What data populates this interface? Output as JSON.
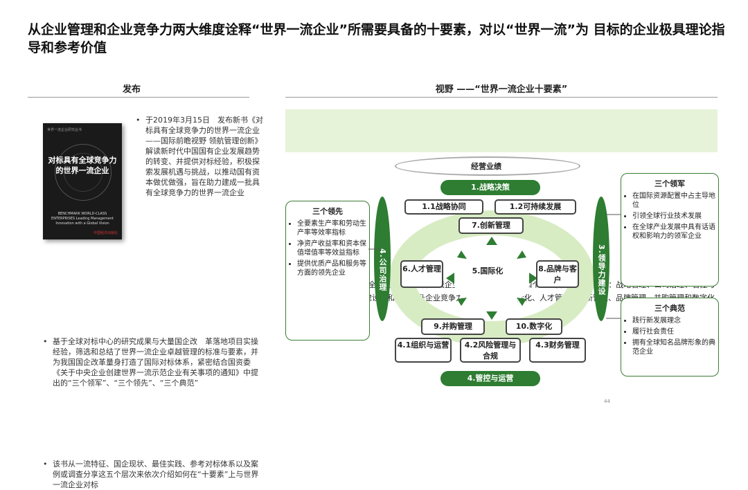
{
  "title": "从企业管理和企业竞争力两大维度诠释“世界一流企业”所需要具备的十要素，对以“世界一流”为 目标的企业极具理论指导和参考价值",
  "left": {
    "header": "发布",
    "book": {
      "top_text": "世界一流企业研究丛书",
      "title": "对标具有全球竞争力的世界一流企业",
      "english": "BENCHMARK WORLD-CLASS ENTERPRISES Leading Management Innovation with a Global Vision",
      "publisher": "中国经济出版社"
    },
    "bullet1": "于2019年3月15日　发布新书《对标具有全球竞争力的世界一流企业——国际前瞻视野 领航管理创新》解读新时代中国国有企业发展趋势的转变、并提供对标经验，积极探索发展机遇与挑战，以推动国有资本做优做强，旨在助力建成一批具有全球竞争力的世界一流企业",
    "bullet2": "基于全球对标中心的研究成果与大量国企改　革落地项目实操经验，筛选和总结了世界一流企业卓越管理的标准与要素，并为我国国企改革量身打造了国际对标体系，紧密结合国资委《关于中央企业创建世界一流示范企业有关事项的通知》中提出的“三个领军”、“三个领先”、“三个典范”",
    "bullet3": "该书从一流特征、国企现状、最佳实践、参考对标体系以及案例或调查分享这五个层次来依次介绍如何在“十要素”上与世界一流企业对标"
  },
  "right": {
    "header": "视野 ——“世界一流企业十要素”",
    "summary": "归纳总结出了“具有全球竞争力的世界一流企业十要素”，其中包括四个企业管理的基础要素：战略管理、公司治理、管控与运营，以及领导力建设，和六个提升企业竞争力的核心要素：国际化、人才管理、创新管理、品牌管理、并购管理和数字化",
    "perf_label": "经营业绩",
    "strategy": "1.战略决策",
    "s11": "1.1战略协同",
    "s12": "1.2可持续发展",
    "innovation": "7.创新管理",
    "talent": "6.人才管理",
    "intl": "5.国际化",
    "brand": "8.品牌与客户",
    "mna": "9.并购管理",
    "digital": "10.数字化",
    "governance": "4.公司治理",
    "leadership": "3.领导力建设",
    "o41": "4.1组织与运营",
    "o42": "4.2风险管理与合规",
    "o43": "4.3财务管理",
    "control": "4.管控与运营",
    "lead_box": {
      "title": "三个领先",
      "items": [
        "全要素生产率和劳动生产率等效率指标",
        "净资产收益率和资本保值增值率等效益指标",
        "提供优质产品和服务等方面的领先企业"
      ]
    },
    "army_box": {
      "title": "三个领军",
      "items": [
        "在国际资源配置中占主导地位",
        "引领全球行业技术发展",
        "在全球产业发展中具有话语权和影响力的领军企业"
      ]
    },
    "model_box": {
      "title": "三个典范",
      "items": [
        "践行新发展理念",
        "履行社会责任",
        "拥有全球知名品牌形象的典范企业"
      ]
    }
  },
  "page_number": "44",
  "colors": {
    "green": "#2e7d32",
    "light_green": "#e7f3d8",
    "ring_green": "#d8ecc4"
  }
}
